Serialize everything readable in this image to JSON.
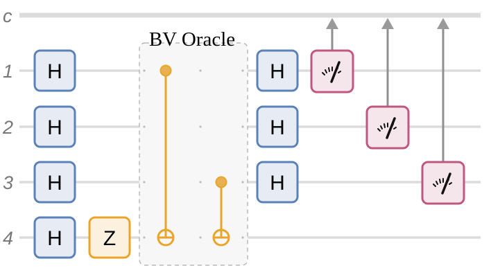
{
  "wires": [
    {
      "label": "c",
      "kind": "classical"
    },
    {
      "label": "1",
      "kind": "quantum"
    },
    {
      "label": "2",
      "kind": "quantum"
    },
    {
      "label": "3",
      "kind": "quantum"
    },
    {
      "label": "4",
      "kind": "quantum"
    }
  ],
  "oracle": {
    "title": "BV Oracle"
  },
  "gates": [
    {
      "type": "H",
      "label": "H",
      "wire": 1,
      "step": 0
    },
    {
      "type": "H",
      "label": "H",
      "wire": 2,
      "step": 0
    },
    {
      "type": "H",
      "label": "H",
      "wire": 3,
      "step": 0
    },
    {
      "type": "H",
      "label": "H",
      "wire": 4,
      "step": 0
    },
    {
      "type": "Z",
      "label": "Z",
      "wire": 4,
      "step": 1
    },
    {
      "type": "CNOT",
      "control": 1,
      "target": 4,
      "step": 2
    },
    {
      "type": "CNOT",
      "control": 3,
      "target": 4,
      "step": 3
    },
    {
      "type": "H",
      "label": "H",
      "wire": 1,
      "step": 4
    },
    {
      "type": "H",
      "label": "H",
      "wire": 2,
      "step": 4
    },
    {
      "type": "H",
      "label": "H",
      "wire": 3,
      "step": 4
    },
    {
      "type": "Measure",
      "icon": "meter-icon",
      "wire": 1,
      "step": 5
    },
    {
      "type": "Measure",
      "icon": "meter-icon",
      "wire": 2,
      "step": 6
    },
    {
      "type": "Measure",
      "icon": "meter-icon",
      "wire": 3,
      "step": 7
    }
  ],
  "colors": {
    "wire": "#dcdcdc",
    "h_stroke": "#5b82b8",
    "h_fill": "#e6ebf4",
    "z_stroke": "#e8a52a",
    "z_fill": "#fbf1de",
    "control": "#e8a52a",
    "measure_stroke": "#c0577e",
    "measure_fill": "#f5e6ec",
    "classical_arrow": "#8f8f8f"
  }
}
